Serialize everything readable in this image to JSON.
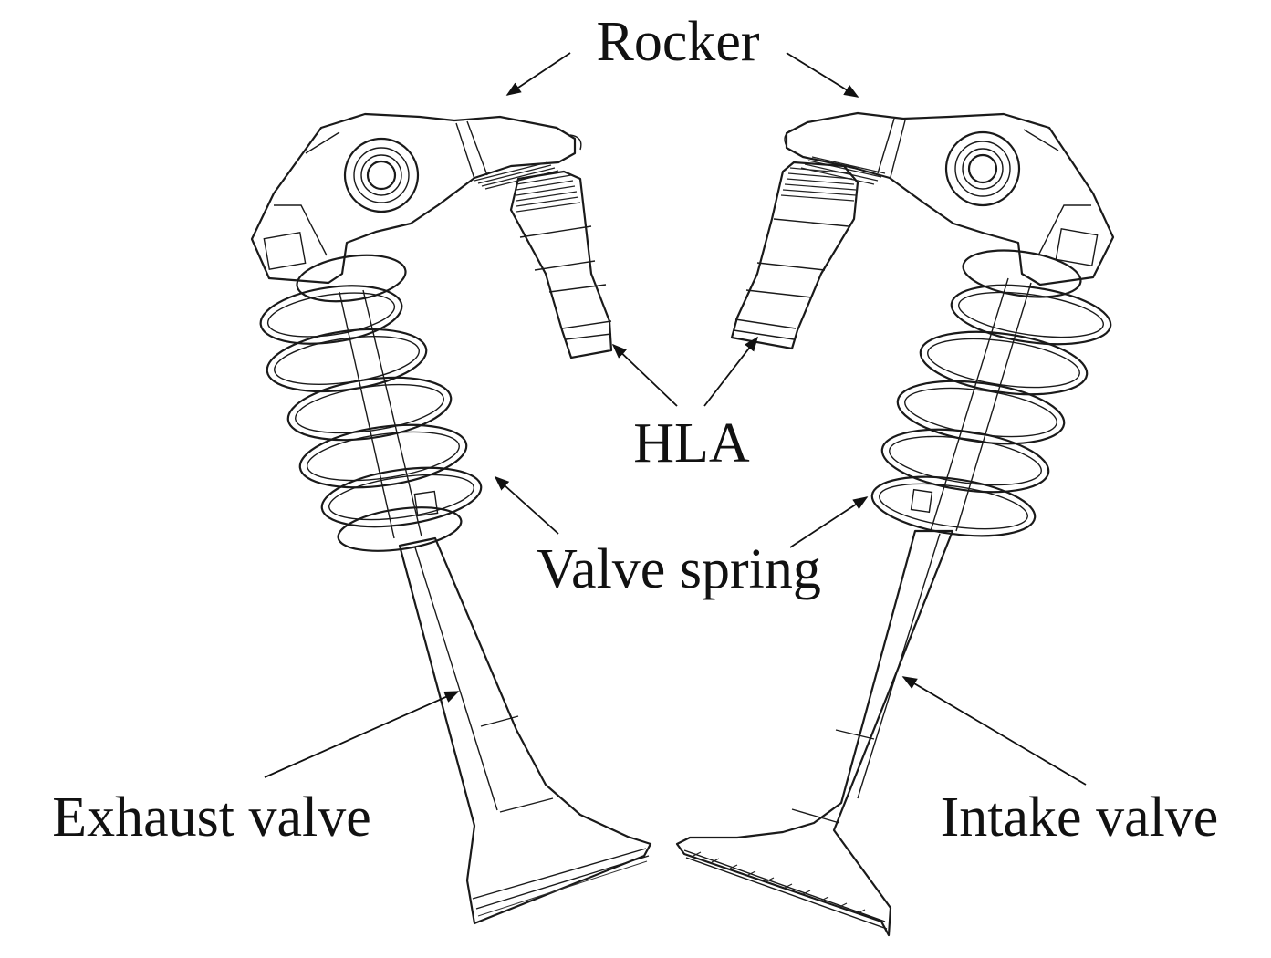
{
  "labels": {
    "rocker": "Rocker",
    "hla": "HLA",
    "valve_spring": "Valve spring",
    "exhaust_valve": "Exhaust valve",
    "intake_valve": "Intake valve"
  },
  "colors": {
    "line": "#1a1a1a",
    "background": "#ffffff"
  }
}
